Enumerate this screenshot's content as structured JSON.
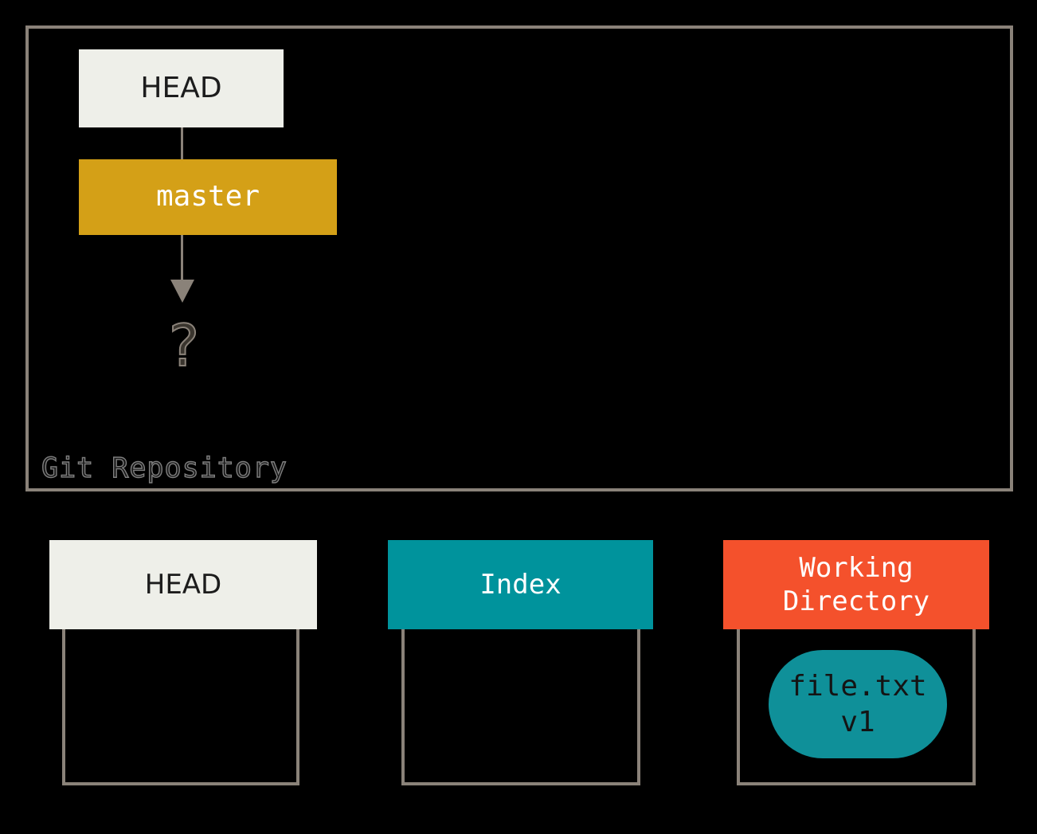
{
  "diagram": {
    "title": "Git Repository",
    "repository": {
      "label": "Git Repository",
      "nodes": {
        "head": "HEAD",
        "branch": "master",
        "unknown": "?"
      },
      "edges": [
        {
          "from": "HEAD",
          "to": "master",
          "arrow": false
        },
        {
          "from": "master",
          "to": "?",
          "arrow": true
        }
      ]
    },
    "areas": [
      {
        "id": "head",
        "label": "HEAD",
        "header_color": "#eeefe9",
        "header_text_color": "#1c1c1c",
        "contents": []
      },
      {
        "id": "index",
        "label": "Index",
        "header_color": "#00939c",
        "header_text_color": "#ffffff",
        "contents": []
      },
      {
        "id": "working-directory",
        "label": "Working\nDirectory",
        "header_color": "#f4512c",
        "header_text_color": "#ffffff",
        "contents": [
          {
            "name": "file.txt",
            "version": "v1",
            "color": "#0f9099"
          }
        ]
      }
    ],
    "colors": {
      "background": "#000000",
      "border": "#8a8279",
      "branch": "#d4a017",
      "teal": "#00939c",
      "orange": "#f4512c",
      "cream": "#eeefe9",
      "blob": "#0f9099"
    }
  }
}
